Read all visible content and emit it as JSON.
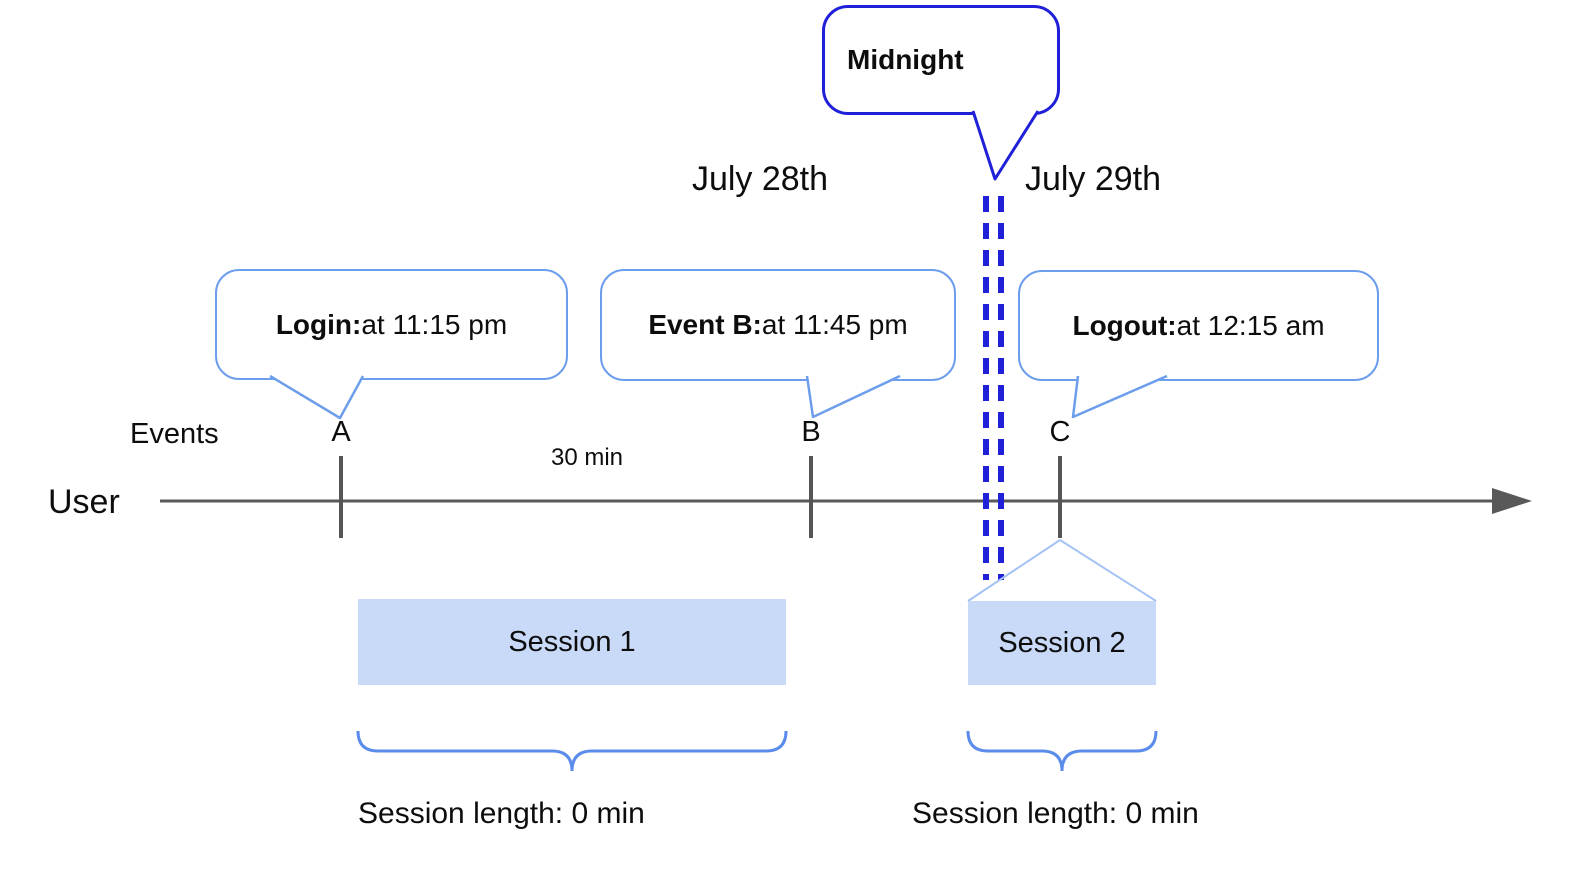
{
  "dates": {
    "left_label": "July 28th",
    "right_label": "July 29th"
  },
  "midnight": {
    "label": "Midnight"
  },
  "events": [
    {
      "marker": "A",
      "callout_title": "Login:",
      "callout_detail": " at 11:15 pm"
    },
    {
      "marker": "B",
      "callout_title": "Event B:",
      "callout_detail": " at 11:45 pm"
    },
    {
      "marker": "C",
      "callout_title": "Logout:",
      "callout_detail": " at 12:15 am"
    }
  ],
  "timeline": {
    "events_label": "Events",
    "user_label": "User",
    "interval_label": "30 min"
  },
  "sessions": [
    {
      "label": "Session 1",
      "length_label": "Session length: 0 min"
    },
    {
      "label": "Session 2",
      "length_label": "Session length: 0 min"
    }
  ],
  "colors": {
    "dark_blue": "#2020d8",
    "light_bubble_border": "#6d9eeb",
    "session_fill": "#c9daf8",
    "funnel_line": "#a4c2f4",
    "brace_blue": "#5b8ceb",
    "timeline_gray": "#595959"
  }
}
